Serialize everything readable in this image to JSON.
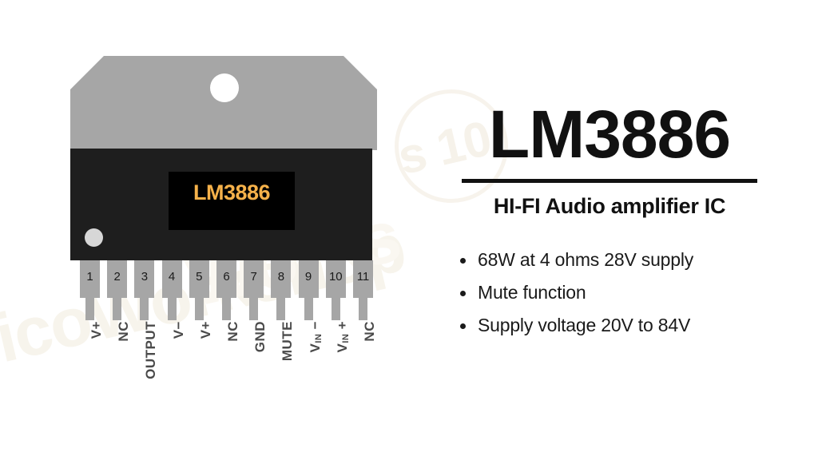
{
  "background_color": "#ffffff",
  "watermarks": {
    "left_text": "icoWorkshop",
    "mid_text": "Works",
    "badge_text": "s 10",
    "color": "#f7f4ec"
  },
  "ic": {
    "body_marking": "LM3886",
    "body_color": "#1e1e1e",
    "heatsink_color": "#a6a6a6",
    "marking_panel_color": "#000000",
    "marking_text_color": "#f5b14a",
    "pin1_dot_color": "#d7d7d7",
    "mounting_hole_color": "#ffffff",
    "pins": [
      {
        "number": "1",
        "label": "V+",
        "label_sub": "",
        "label_suffix": ""
      },
      {
        "number": "2",
        "label": "NC",
        "label_sub": "",
        "label_suffix": ""
      },
      {
        "number": "3",
        "label": "OUTPUT",
        "label_sub": "",
        "label_suffix": ""
      },
      {
        "number": "4",
        "label": "V−",
        "label_sub": "",
        "label_suffix": ""
      },
      {
        "number": "5",
        "label": "V+",
        "label_sub": "",
        "label_suffix": ""
      },
      {
        "number": "6",
        "label": "NC",
        "label_sub": "",
        "label_suffix": ""
      },
      {
        "number": "7",
        "label": "GND",
        "label_sub": "",
        "label_suffix": ""
      },
      {
        "number": "8",
        "label": "MUTE",
        "label_sub": "",
        "label_suffix": ""
      },
      {
        "number": "9",
        "label": "V",
        "label_sub": "IN",
        "label_suffix": " −"
      },
      {
        "number": "10",
        "label": "V",
        "label_sub": "IN",
        "label_suffix": " +"
      },
      {
        "number": "11",
        "label": "NC",
        "label_sub": "",
        "label_suffix": ""
      }
    ]
  },
  "info": {
    "title": "LM3886",
    "subtitle": "HI-FI Audio amplifier IC",
    "features": [
      "68W at 4 ohms 28V supply",
      "Mute function",
      "Supply voltage 20V to 84V"
    ]
  }
}
